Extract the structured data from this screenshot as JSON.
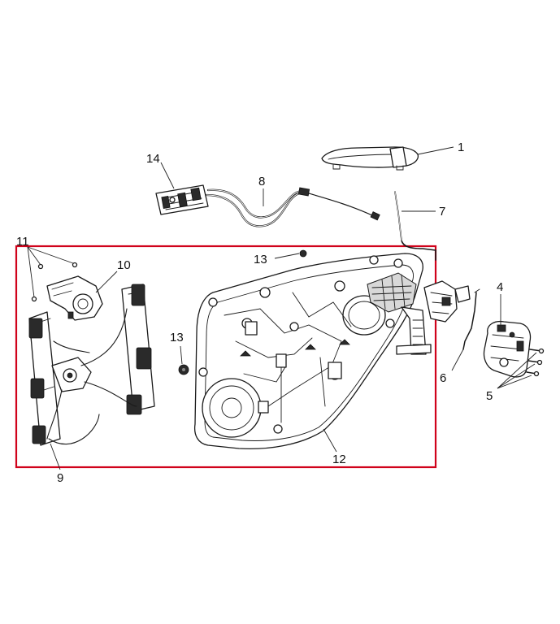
{
  "diagram": {
    "highlight_color": "#d0021b",
    "line_color": "#1a1a1a",
    "callouts": {
      "c1": "1",
      "c4": "4",
      "c5": "5",
      "c6": "6",
      "c7": "7",
      "c8": "8",
      "c9": "9",
      "c10": "10",
      "c11": "11",
      "c12": "12",
      "c13a": "13",
      "c13b": "13",
      "c14": "14"
    }
  }
}
